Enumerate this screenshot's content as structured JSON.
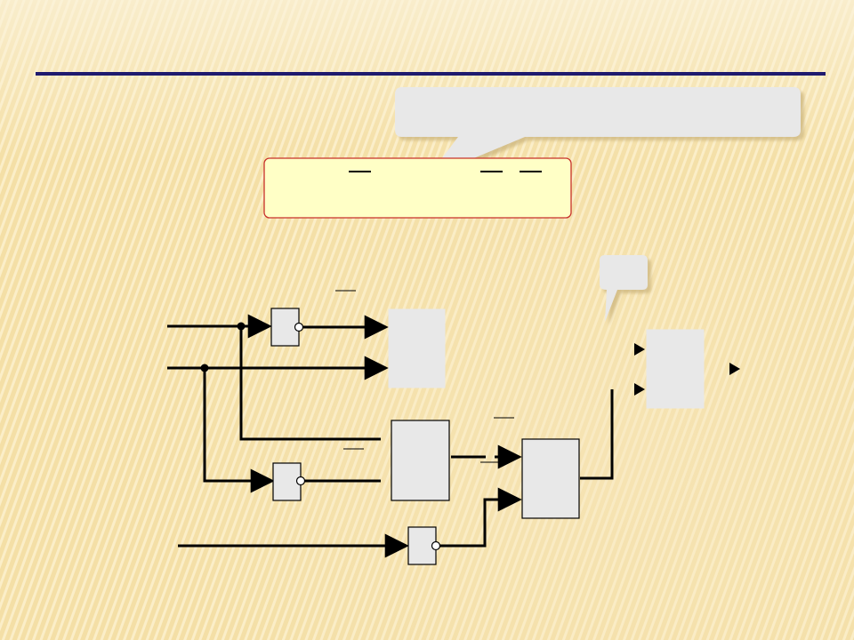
{
  "slide": {
    "title": "",
    "colors": {
      "background": "#f5e0a8",
      "background_light": "#fbf1d2",
      "title_rule": "#1f1a6e",
      "callout_fill": "#e8e8e8",
      "formula_fill": "#ffffc6",
      "formula_border": "#c8302a",
      "gate_fill": "#e8e8e8",
      "wire": "#000000"
    }
  },
  "callouts": {
    "top_text": "",
    "small_text": ""
  },
  "formula": {
    "text": ""
  },
  "circuit": {
    "inputs": [
      {
        "id": "input-1",
        "label": ""
      },
      {
        "id": "input-2",
        "label": ""
      },
      {
        "id": "input-3",
        "label": ""
      }
    ],
    "gates": [
      {
        "id": "not-gate-1",
        "type": "NOT",
        "label": ""
      },
      {
        "id": "not-gate-2",
        "type": "NOT",
        "label": ""
      },
      {
        "id": "not-gate-3",
        "type": "NOT",
        "label": ""
      },
      {
        "id": "gate-block-1",
        "type": "block",
        "label": ""
      },
      {
        "id": "gate-block-2",
        "type": "block",
        "label": ""
      },
      {
        "id": "gate-block-3",
        "type": "block",
        "label": ""
      },
      {
        "id": "output-block",
        "type": "block",
        "label": ""
      }
    ],
    "output": {
      "label": ""
    }
  }
}
